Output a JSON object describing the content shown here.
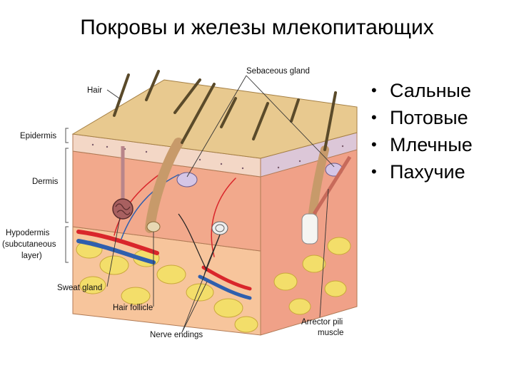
{
  "slide": {
    "title": "Покровы и железы млекопитающих",
    "bullets": [
      "Сальные",
      "Потовые",
      "Млечные",
      "Пахучие"
    ]
  },
  "diagram": {
    "labels": {
      "hair": "Hair",
      "sebaceous_gland": "Sebaceous gland",
      "epidermis": "Epidermis",
      "dermis": "Dermis",
      "hypodermis_1": "Hypodermis",
      "hypodermis_2": "(subcutaneous",
      "hypodermis_3": "layer)",
      "sweat_gland": "Sweat gland",
      "hair_follicle": "Hair follicle",
      "nerve_endings": "Nerve endings",
      "arrector_1": "Arrector pili",
      "arrector_2": "muscle"
    },
    "colors": {
      "skin_surface": "#e8c98f",
      "epidermis": "#f3d7c6",
      "dermis": "#f2a98c",
      "hypodermis": "#f7c59c",
      "fat": "#f3de6a",
      "artery": "#d9262b",
      "vein": "#2f5fae",
      "hair": "#5a4a2a"
    }
  }
}
